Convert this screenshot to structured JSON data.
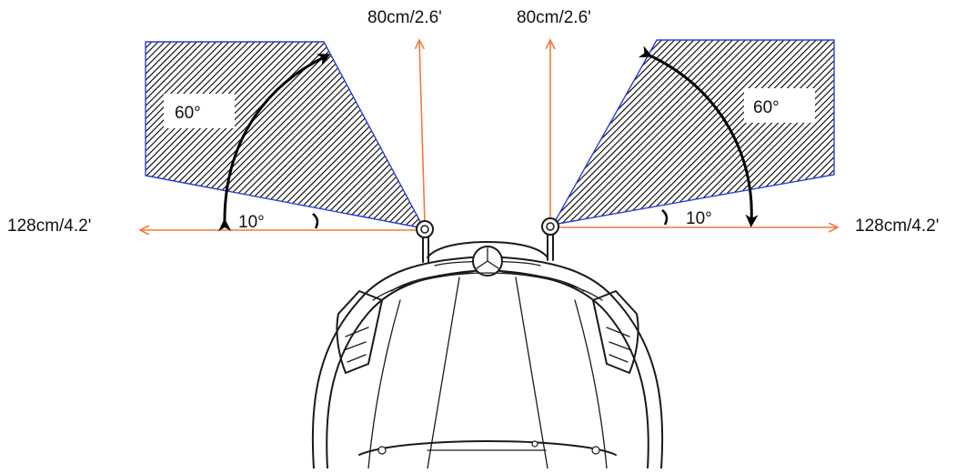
{
  "diagram": {
    "labels": {
      "forward_left": "80cm/2.6'",
      "forward_right": "80cm/2.6'",
      "side_left": "128cm/4.2'",
      "side_right": "128cm/4.2'",
      "angle_left_wide": "60°",
      "angle_right_wide": "60°",
      "angle_left_narrow": "10°",
      "angle_right_narrow": "10°"
    },
    "colors": {
      "ray": "#f07a3a",
      "zone_outline": "#2b3fd6",
      "hatch": "#000000",
      "angle_marker": "#000000"
    }
  }
}
